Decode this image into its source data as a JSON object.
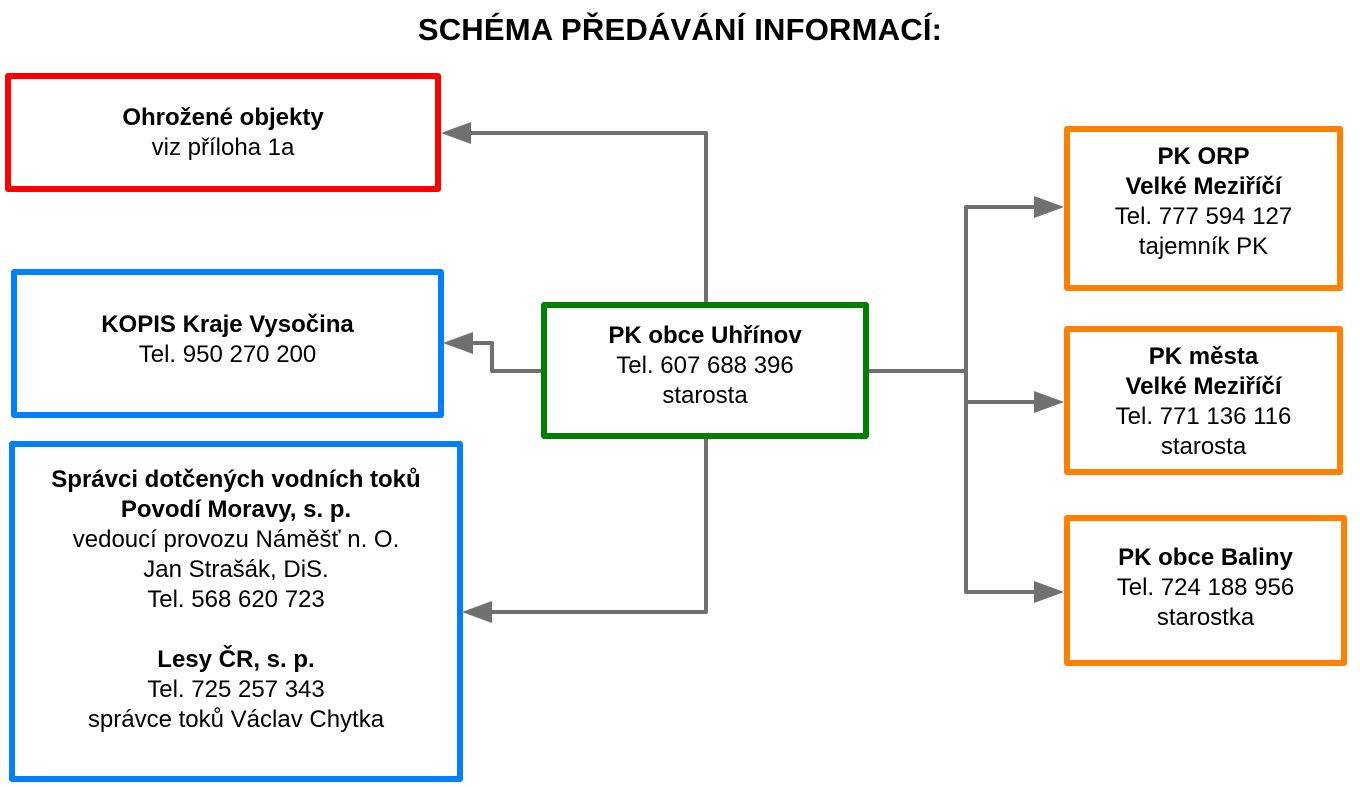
{
  "title": "SCHÉMA PŘEDÁVÁNÍ INFORMACÍ:",
  "colors": {
    "threatened": "#ff0000",
    "external": "#0080ff",
    "center": "#008000",
    "crisis_staffs": "#ff8000",
    "connector": "#707070"
  },
  "nodes": {
    "ohrozene": {
      "lines": [
        "Ohrožené objekty",
        "viz příloha 1a"
      ]
    },
    "kopis": {
      "lines": [
        "KOPIS Kraje Vysočina",
        "Tel. 950 270 200"
      ]
    },
    "spravci": {
      "lines": [
        "Správci dotčených vodních toků",
        "Povodí Moravy, s. p.",
        "vedoucí provozu Náměšť n. O.",
        "Jan Strašák, DiS.",
        "Tel. 568 620 723",
        "Lesy ČR, s. p.",
        "Tel. 725 257 343",
        "správce toků Václav Chytka"
      ]
    },
    "center": {
      "lines": [
        "PK obce Uhřínov",
        "Tel. 607 688 396",
        "starosta"
      ]
    },
    "orp": {
      "lines": [
        "PK ORP",
        "Velké Meziříčí",
        "Tel. 777 594 127",
        "tajemník PK"
      ]
    },
    "mesto": {
      "lines": [
        "PK města",
        "Velké Meziříčí",
        "Tel. 771 136 116",
        "starosta"
      ]
    },
    "baliny": {
      "lines": [
        "PK obce Baliny",
        "Tel. 724 188 956",
        "starostka"
      ]
    }
  },
  "edges": [
    {
      "from": "center",
      "to": "ohrozene"
    },
    {
      "from": "center",
      "to": "kopis"
    },
    {
      "from": "center",
      "to": "spravci"
    },
    {
      "from": "center",
      "to": "orp"
    },
    {
      "from": "center",
      "to": "mesto"
    },
    {
      "from": "center",
      "to": "baliny"
    }
  ]
}
